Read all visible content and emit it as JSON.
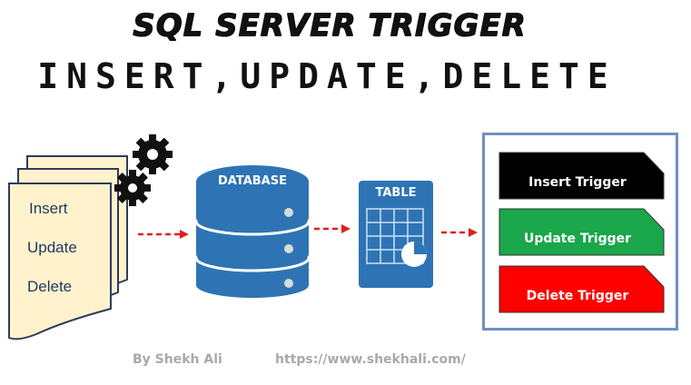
{
  "header": {
    "title": "SQL SERVER TRIGGER",
    "subtitle": "INSERT,UPDATE,DELETE"
  },
  "documents": {
    "labels": [
      "Insert",
      "Update",
      "Delete"
    ]
  },
  "database": {
    "label": "DATABASE"
  },
  "table": {
    "label": "TABLE"
  },
  "triggers": {
    "items": [
      {
        "label": "Insert Trigger",
        "color": "#000000"
      },
      {
        "label": "Update Trigger",
        "color": "#1aa64a"
      },
      {
        "label": "Delete Trigger",
        "color": "#ff0000"
      }
    ],
    "border_color": "#6f8fbf"
  },
  "colors": {
    "db_blue": "#2e74b5",
    "arrow_red": "#e02020",
    "doc_fill": "#fff2cc"
  },
  "footer": {
    "author": "By Shekh Ali",
    "url": "https://www.shekhali.com/"
  }
}
